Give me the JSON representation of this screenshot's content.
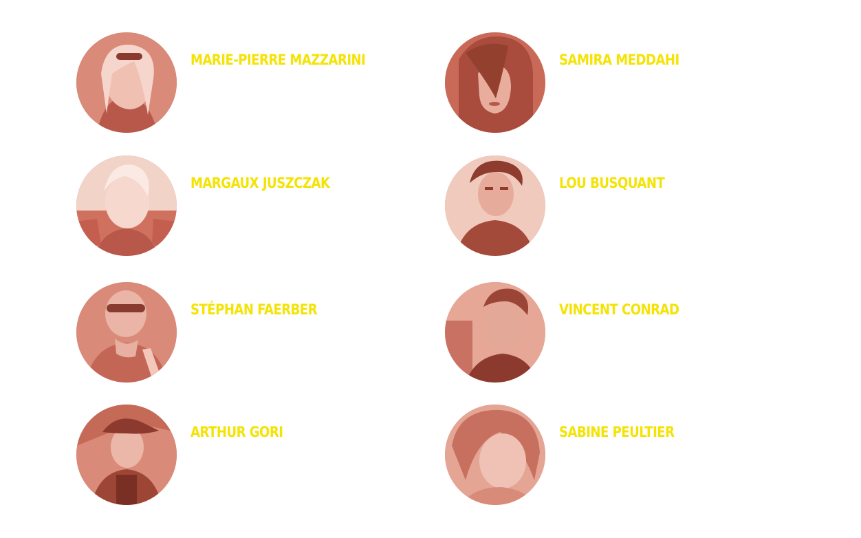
{
  "team": {
    "members": [
      {
        "name": "MARIE-PIERRE MAZZARINI",
        "photo": "portrait-photo"
      },
      {
        "name": "SAMIRA MEDDAHI",
        "photo": "portrait-photo"
      },
      {
        "name": "MARGAUX JUSZCZAK",
        "photo": "portrait-photo"
      },
      {
        "name": "LOU BUSQUANT",
        "photo": "portrait-photo"
      },
      {
        "name": "STÉPHAN FAERBER",
        "photo": "portrait-photo"
      },
      {
        "name": "VINCENT CONRAD",
        "photo": "portrait-photo"
      },
      {
        "name": "ARTHUR GORI",
        "photo": "portrait-photo"
      },
      {
        "name": "SABINE PEULTIER",
        "photo": "portrait-photo"
      }
    ]
  },
  "colors": {
    "name_text": "#f4e304",
    "photo_tint": "#d57a6a",
    "photo_shadow": "#b8584a",
    "photo_light": "#f3c7bb",
    "background": "#ffffff"
  }
}
